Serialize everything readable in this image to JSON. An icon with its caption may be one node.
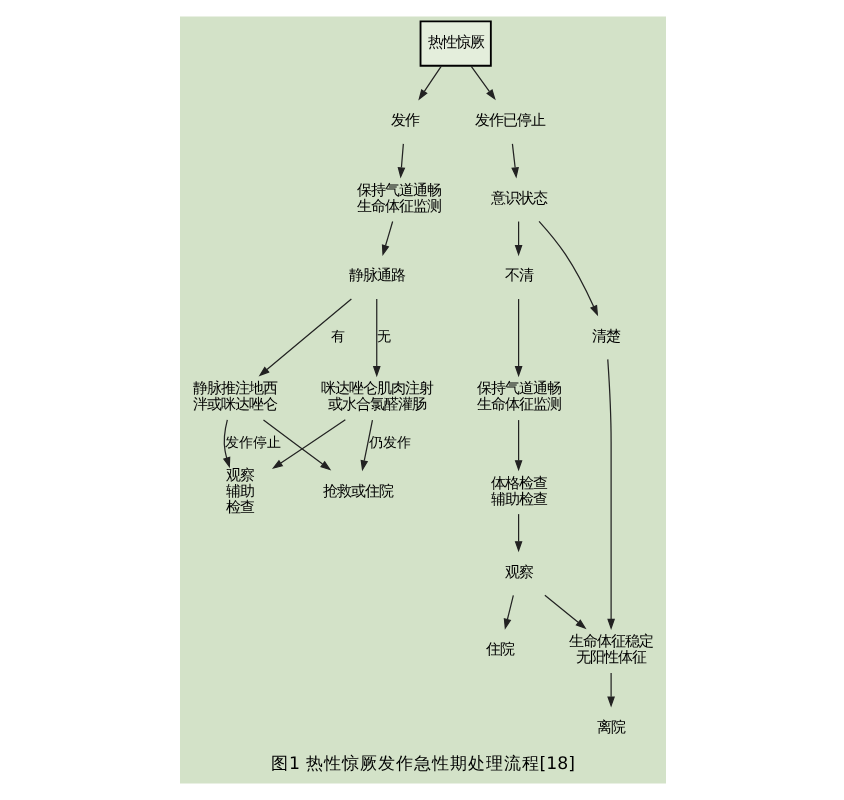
{
  "diagram": {
    "caption": "图1 热性惊厥发作急性期处理流程[18]",
    "nodes": [
      {
        "text": [
          "热性惊厥"
        ]
      },
      {
        "text": [
          "发作"
        ]
      },
      {
        "text": [
          "保持气道通畅生命体征监测"
        ]
      },
      {
        "text": [
          "静脉通路"
        ]
      },
      {
        "text": [
          "静脉推注地西泮或咪达唑仑"
        ]
      },
      {
        "text": [
          "咪达唑仑肌肉注射或水合氯醛灌肠"
        ]
      },
      {
        "text": [
          "观察辅助检查"
        ]
      },
      {
        "text": [
          "抢救或住院"
        ]
      },
      {
        "text": [
          "发作已停止"
        ]
      },
      {
        "text": [
          "意识状态"
        ]
      },
      {
        "text": [
          "不清"
        ]
      },
      {
        "text": [
          "清楚"
        ]
      },
      {
        "text": [
          "保持气道通畅生命体征监测"
        ]
      },
      {
        "text": [
          "体格检查辅助检查"
        ]
      },
      {
        "text": [
          "观察"
        ]
      },
      {
        "text": [
          "住院"
        ]
      },
      {
        "text": [
          "生命体征稳定无阳性体征"
        ]
      },
      {
        "text": [
          "离院"
        ]
      }
    ],
    "edges": [
      {
        "from": 0,
        "to": 1,
        "arrow": "to"
      },
      {
        "from": 0,
        "to": 8,
        "arrow": "to"
      },
      {
        "from": 1,
        "to": 2,
        "arrow": "to"
      },
      {
        "from": 2,
        "to": 3,
        "arrow": "to"
      },
      {
        "from": 3,
        "to": 4,
        "arrow": "to",
        "label": "有"
      },
      {
        "from": 3,
        "to": 5,
        "arrow": "to",
        "label": "无"
      },
      {
        "from": 4,
        "to": 6,
        "arrow": "to",
        "label": "发作停止"
      },
      {
        "from": 5,
        "to": 6,
        "arrow": "to"
      },
      {
        "from": 4,
        "to": 7,
        "arrow": "to"
      },
      {
        "from": 5,
        "to": 7,
        "arrow": "to",
        "label": "仍发作"
      },
      {
        "from": 8,
        "to": 9,
        "arrow": "to"
      },
      {
        "from": 9,
        "to": 10,
        "arrow": "to"
      },
      {
        "from": 9,
        "to": 11,
        "arrow": "to"
      },
      {
        "from": 10,
        "to": 12,
        "arrow": "to"
      },
      {
        "from": 12,
        "to": 13,
        "arrow": "to"
      },
      {
        "from": 13,
        "to": 14,
        "arrow": "to"
      },
      {
        "from": 14,
        "to": 15,
        "arrow": "to"
      },
      {
        "from": 14,
        "to": 16,
        "arrow": "to"
      },
      {
        "from": 11,
        "to": 16,
        "arrow": "to"
      },
      {
        "from": 16,
        "to": 17,
        "arrow": "to"
      }
    ]
  }
}
